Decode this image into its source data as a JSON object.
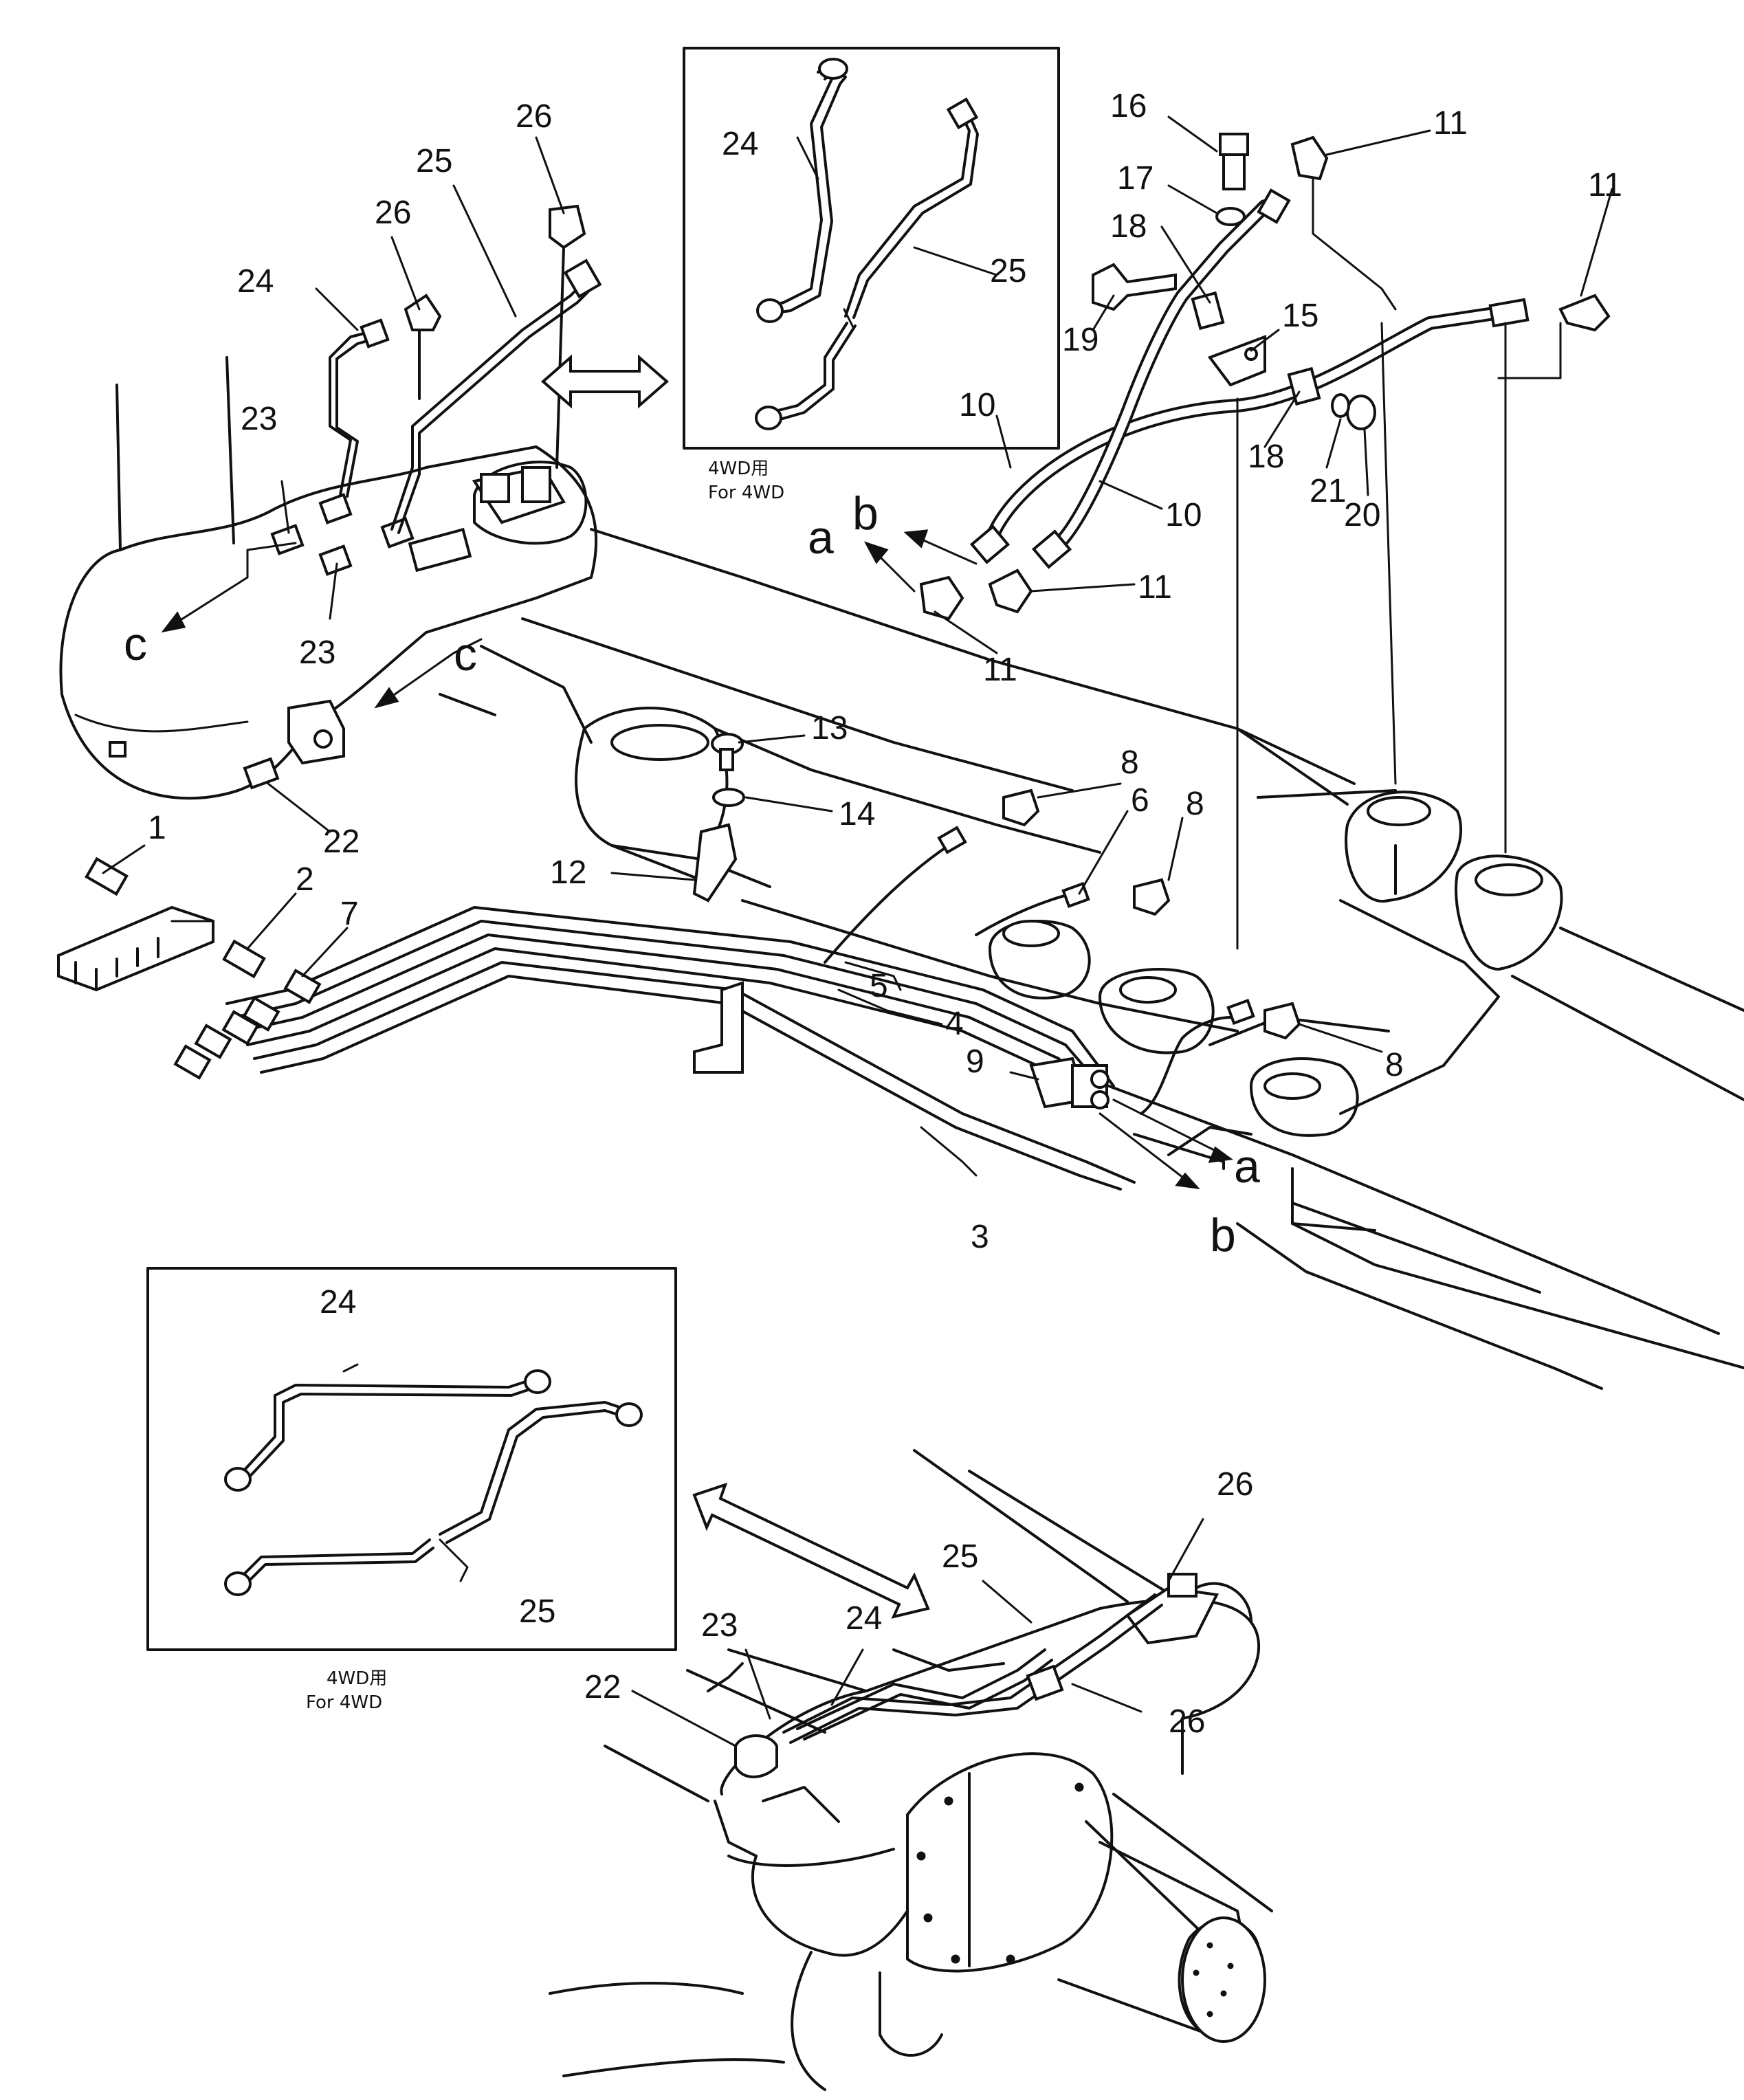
{
  "callouts": [
    "1",
    "2",
    "3",
    "4",
    "5",
    "6",
    "7",
    "8",
    "9",
    "10",
    "11",
    "12",
    "13",
    "14",
    "15",
    "16",
    "17",
    "18",
    "19",
    "20",
    "21",
    "22",
    "23",
    "24",
    "25",
    "26"
  ],
  "view_marks": {
    "a": "a",
    "b": "b",
    "c": "c"
  },
  "inset_caption": {
    "jp": "4WD用",
    "en": "For 4WD"
  }
}
